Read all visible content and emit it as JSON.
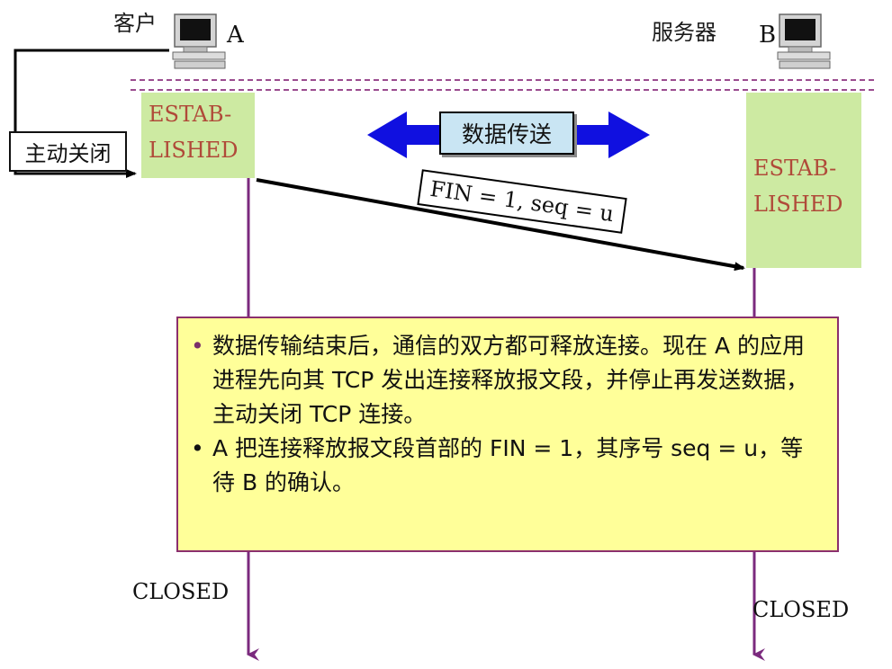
{
  "client": {
    "label": "客户",
    "letter": "A"
  },
  "server": {
    "label": "服务器",
    "letter": "B"
  },
  "client_state": "ESTAB-\nLISHED",
  "server_state": "ESTAB-\nLISHED",
  "active_close_label": "主动关闭",
  "data_transfer_label": "数据传送",
  "fin_segment_label": "FIN = 1, seq = u",
  "note": {
    "bullets": [
      "数据传输结束后，通信的双方都可释放连接。现在 A 的应用进程先向其 TCP 发出连接释放报文段，并停止再发送数据，主动关闭 TCP 连接。",
      "A 把连接释放报文段首部的 FIN = 1，其序号 seq = u，等待 B 的确认。"
    ]
  },
  "client_closed": "CLOSED",
  "server_closed": "CLOSED",
  "colors": {
    "timeline": "#7b2a7e",
    "state_bg": "#cdeaa2",
    "state_text": "#b04a39",
    "arrow_blue": "#1010e0",
    "note_bg": "#ffff99",
    "note_border": "#8b2f6e"
  },
  "icons": [
    "computer-icon",
    "computer-icon"
  ]
}
